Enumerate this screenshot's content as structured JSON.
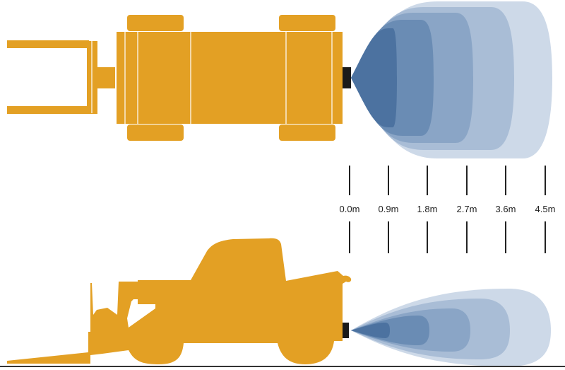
{
  "colors": {
    "vehicle": "#E3A024",
    "camera": "#1a1a1a",
    "zones": [
      "#cdd9e8",
      "#a9bdd6",
      "#8aa5c6",
      "#6a8cb4",
      "#4c72a0"
    ],
    "ground": "#333333"
  },
  "distance_labels": [
    "0.0m",
    "0.9m",
    "1.8m",
    "2.7m",
    "3.6m",
    "4.5m"
  ]
}
